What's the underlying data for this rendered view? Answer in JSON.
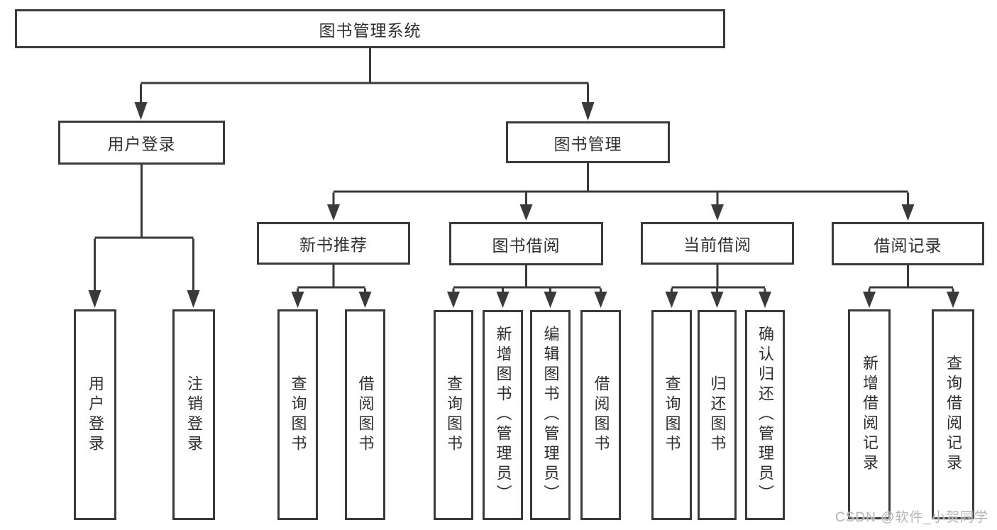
{
  "colors": {
    "line": "#3a3a3a",
    "node_border": "#3a3a3a",
    "node_text": "#2e2e2e",
    "watermark_text": "#b4b4b4",
    "background": "#ffffff"
  },
  "tree": {
    "root": {
      "label": "图书管理系统"
    },
    "user_login": {
      "label": "用户登录",
      "children": [
        "用户登录",
        "注销登录"
      ]
    },
    "book_mgmt": {
      "label": "图书管理",
      "sections": [
        {
          "label": "新书推荐",
          "children": [
            "查询图书",
            "借阅图书"
          ]
        },
        {
          "label": "图书借阅",
          "children": [
            "查询图书",
            "新增图书（管理员）",
            "编辑图书（管理员）",
            "借阅图书"
          ]
        },
        {
          "label": "当前借阅",
          "children": [
            "查询图书",
            "归还图书",
            "确认归还（管理员）"
          ]
        },
        {
          "label": "借阅记录",
          "children": [
            "新增借阅记录",
            "查询借阅记录"
          ]
        }
      ]
    }
  },
  "watermark": {
    "text": "CSDN @软件_小贺同学"
  }
}
